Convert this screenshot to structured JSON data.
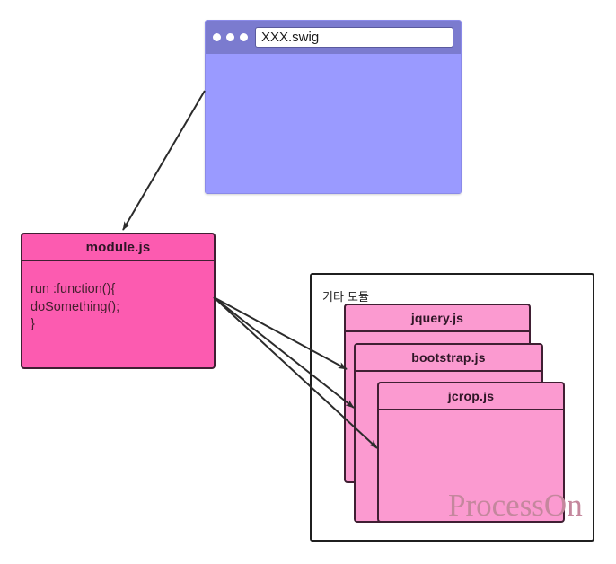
{
  "browser": {
    "url_value": "XXX.swig",
    "url_placeholder": "",
    "dots": [
      "window-dot-red",
      "window-dot-yellow",
      "window-dot-green"
    ]
  },
  "module_node": {
    "title": "module.js",
    "code": "run :function(){\ndoSomething();\n}"
  },
  "modules_container": {
    "label": "기타 모듈",
    "cards": [
      {
        "title": "jquery.js"
      },
      {
        "title": "bootstrap.js"
      },
      {
        "title": "jcrop.js"
      }
    ]
  },
  "watermark": {
    "text": "ProcessOn"
  },
  "colors": {
    "browser_body": "#9A9AFF",
    "browser_titlebar": "#7B7BCF",
    "module_node_fill": "#FC5BB0",
    "module_card_fill": "#FB9AD0",
    "node_border": "#401F33",
    "container_border": "#1F1F1F",
    "arrow": "#2B2B2B",
    "watermark": "#C4879D"
  },
  "arrows": [
    {
      "name": "arrow-window-to-module",
      "from": "browser-window",
      "to": "module-node"
    },
    {
      "name": "arrow-module-to-jquery",
      "from": "module-node",
      "to": "card-jquery"
    },
    {
      "name": "arrow-module-to-bootstrap",
      "from": "module-node",
      "to": "card-bootstrap"
    },
    {
      "name": "arrow-module-to-jcrop",
      "from": "module-node",
      "to": "card-jcrop"
    }
  ]
}
